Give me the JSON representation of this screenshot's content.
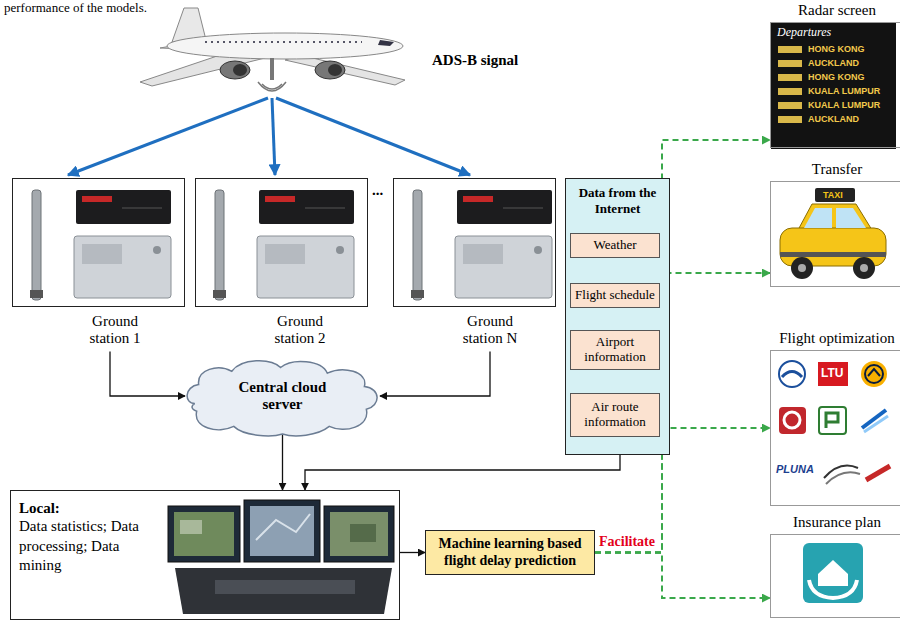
{
  "diagram": {
    "nodes": [
      {
        "text": [
          "Ground station 1"
        ]
      },
      {
        "text": [
          "Ground station 2"
        ]
      },
      {
        "text": [
          "Ground station N"
        ]
      },
      {
        "text": [
          "Data from the Internet"
        ]
      },
      {
        "text": [
          "Weather"
        ],
        "in": 3
      },
      {
        "text": [
          "Flight schedule"
        ],
        "in": 3
      },
      {
        "text": [
          "Airport information"
        ],
        "in": 3
      },
      {
        "text": [
          "Air route information"
        ],
        "in": 3
      },
      {
        "text": [
          "Central cloud server"
        ]
      },
      {
        "text": [
          "Local:",
          "Data statistics; Data processing; Data mining"
        ]
      },
      {
        "text": [
          "Machine learning based flight delay prediction"
        ]
      },
      {
        "text": [
          "Radar screen"
        ]
      },
      {
        "text": [
          "Transfer"
        ]
      },
      {
        "text": [
          "Flight optimization"
        ]
      },
      {
        "text": [
          "Insurance plan"
        ]
      }
    ],
    "edges": [
      {
        "from": 0,
        "to": 8,
        "arrow": "to"
      },
      {
        "from": 2,
        "to": 8,
        "arrow": "to"
      },
      {
        "from": 8,
        "to": 9,
        "arrow": "to"
      },
      {
        "from": 3,
        "to": 9,
        "arrow": "to"
      },
      {
        "from": 9,
        "to": 10,
        "arrow": "to"
      },
      {
        "from": 10,
        "to": 11,
        "arrow": "to"
      },
      {
        "from": 10,
        "to": 12,
        "arrow": "to"
      },
      {
        "from": 10,
        "to": 13,
        "arrow": "to"
      },
      {
        "from": 10,
        "to": 14,
        "arrow": "to"
      }
    ],
    "labels": [
      "performance of the models.",
      "ADS-B signal",
      "...",
      "Facilitate",
      "Departures",
      "HONG KONG",
      "AUCKLAND",
      "HONG KONG",
      "KUALA LUMPUR",
      "KUALA LUMPUR",
      "AUCKLAND",
      "TAXI",
      "LTU",
      "PLUNA"
    ]
  }
}
